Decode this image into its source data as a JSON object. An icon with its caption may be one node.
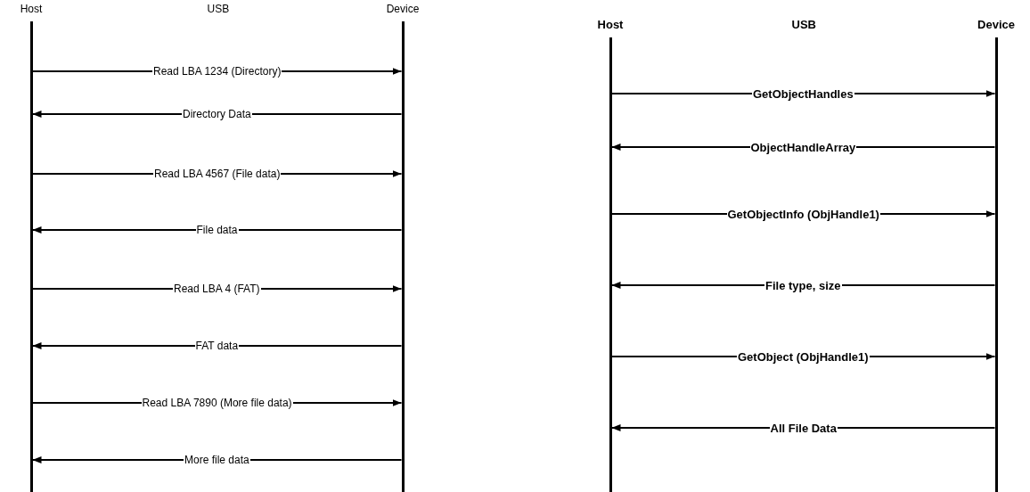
{
  "diagram": {
    "nodes": [
      {
        "text": [
          "Host"
        ]
      },
      {
        "text": [
          "Device"
        ]
      },
      {
        "text": [
          "Host"
        ]
      },
      {
        "text": [
          "Device"
        ]
      }
    ],
    "edges": [
      {
        "from": 0,
        "to": 1,
        "arrow": "to",
        "label": "Read LBA 1234 (Directory)"
      },
      {
        "from": 1,
        "to": 0,
        "arrow": "to",
        "label": "Directory Data"
      },
      {
        "from": 0,
        "to": 1,
        "arrow": "to",
        "label": "Read LBA 4567 (File data)"
      },
      {
        "from": 1,
        "to": 0,
        "arrow": "to",
        "label": "File data"
      },
      {
        "from": 0,
        "to": 1,
        "arrow": "to",
        "label": "Read LBA 4 (FAT)"
      },
      {
        "from": 1,
        "to": 0,
        "arrow": "to",
        "label": "FAT data"
      },
      {
        "from": 0,
        "to": 1,
        "arrow": "to",
        "label": "Read LBA 7890 (More file data)"
      },
      {
        "from": 1,
        "to": 0,
        "arrow": "to",
        "label": "More file data"
      },
      {
        "from": 2,
        "to": 3,
        "arrow": "to",
        "label": "GetObjectHandles"
      },
      {
        "from": 3,
        "to": 2,
        "arrow": "to",
        "label": "ObjectHandleArray"
      },
      {
        "from": 2,
        "to": 3,
        "arrow": "to",
        "label": "GetObjectInfo (ObjHandle1)"
      },
      {
        "from": 3,
        "to": 2,
        "arrow": "to",
        "label": "File type, size"
      },
      {
        "from": 2,
        "to": 3,
        "arrow": "to",
        "label": "GetObject (ObjHandle1)"
      },
      {
        "from": 3,
        "to": 2,
        "arrow": "to",
        "label": "All File Data"
      }
    ],
    "labels": [
      "USB",
      "USB"
    ]
  }
}
